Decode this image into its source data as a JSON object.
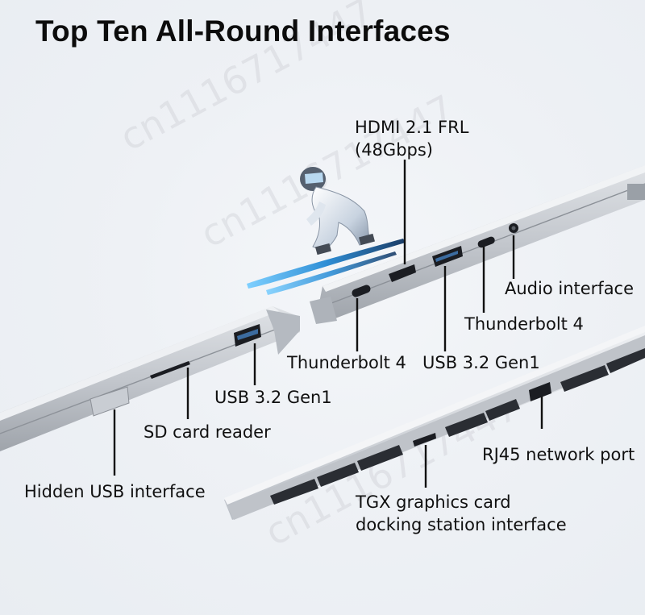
{
  "header": {
    "title": "Top Ten All-Round Interfaces"
  },
  "watermark": {
    "text": "cn1116717447"
  },
  "labels": {
    "hdmi_line1": "HDMI 2.1 FRL",
    "hdmi_line2": "(48Gbps)",
    "audio": "Audio interface",
    "thunderbolt_right": "Thunderbolt 4",
    "thunderbolt_left": "Thunderbolt 4",
    "usb_right": "USB 3.2 Gen1",
    "usb_left": "USB 3.2 Gen1",
    "sd_card": "SD card reader",
    "rj45": "RJ45 network port",
    "hidden_usb": "Hidden USB interface",
    "tgx_line1": "TGX graphics card",
    "tgx_line2": "docking station interface"
  },
  "icons": [
    "skier-illustration",
    "laptop-left-side",
    "laptop-right-side",
    "laptop-rear-side"
  ],
  "colors": {
    "text": "#101010",
    "chassis": "#c9ccd1",
    "port": "#1b1d22",
    "ski_glow": "#2f8fd6"
  }
}
